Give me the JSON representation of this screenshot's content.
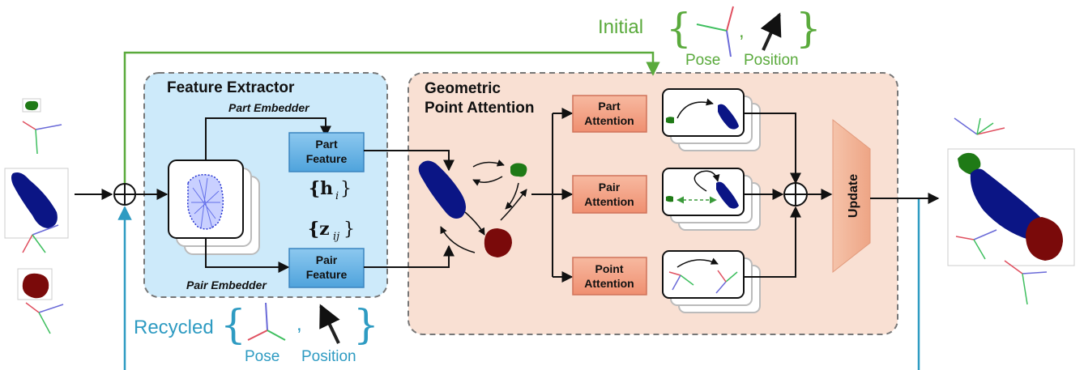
{
  "initial": {
    "label": "Initial",
    "pose": "Pose",
    "position": "Position",
    "comma": ","
  },
  "recycled": {
    "label": "Recycled",
    "pose": "Pose",
    "position": "Position",
    "comma": ","
  },
  "feature_extractor": {
    "title": "Feature Extractor",
    "part_embedder": "Part Embedder",
    "pair_embedder": "Pair Embedder",
    "part_feature": [
      "Part",
      "Feature"
    ],
    "pair_feature": [
      "Pair",
      "Feature"
    ],
    "h_symbol": "{h",
    "h_sub": "i",
    "z_symbol": "{z",
    "z_sub": "ij",
    "close_brace": "}"
  },
  "gpa": {
    "title_line1": "Geometric",
    "title_line2": "Point Attention",
    "part_attention": [
      "Part",
      "Attention"
    ],
    "pair_attention": [
      "Pair",
      "Attention"
    ],
    "point_attention": [
      "Point",
      "Attention"
    ],
    "update": "Update"
  },
  "colors": {
    "initial_green": "#5aaa3c",
    "recycled_blue": "#2e9bc2",
    "extractor_bg": "#cdeafa",
    "gpa_bg": "#f9e0d3",
    "feature_box": "#6db6e6",
    "attention_box": "#f4a286",
    "update_box": "#f2b79d",
    "part_navy": "#0b1585",
    "part_green": "#1f7a16",
    "part_red": "#7a0a0a"
  }
}
